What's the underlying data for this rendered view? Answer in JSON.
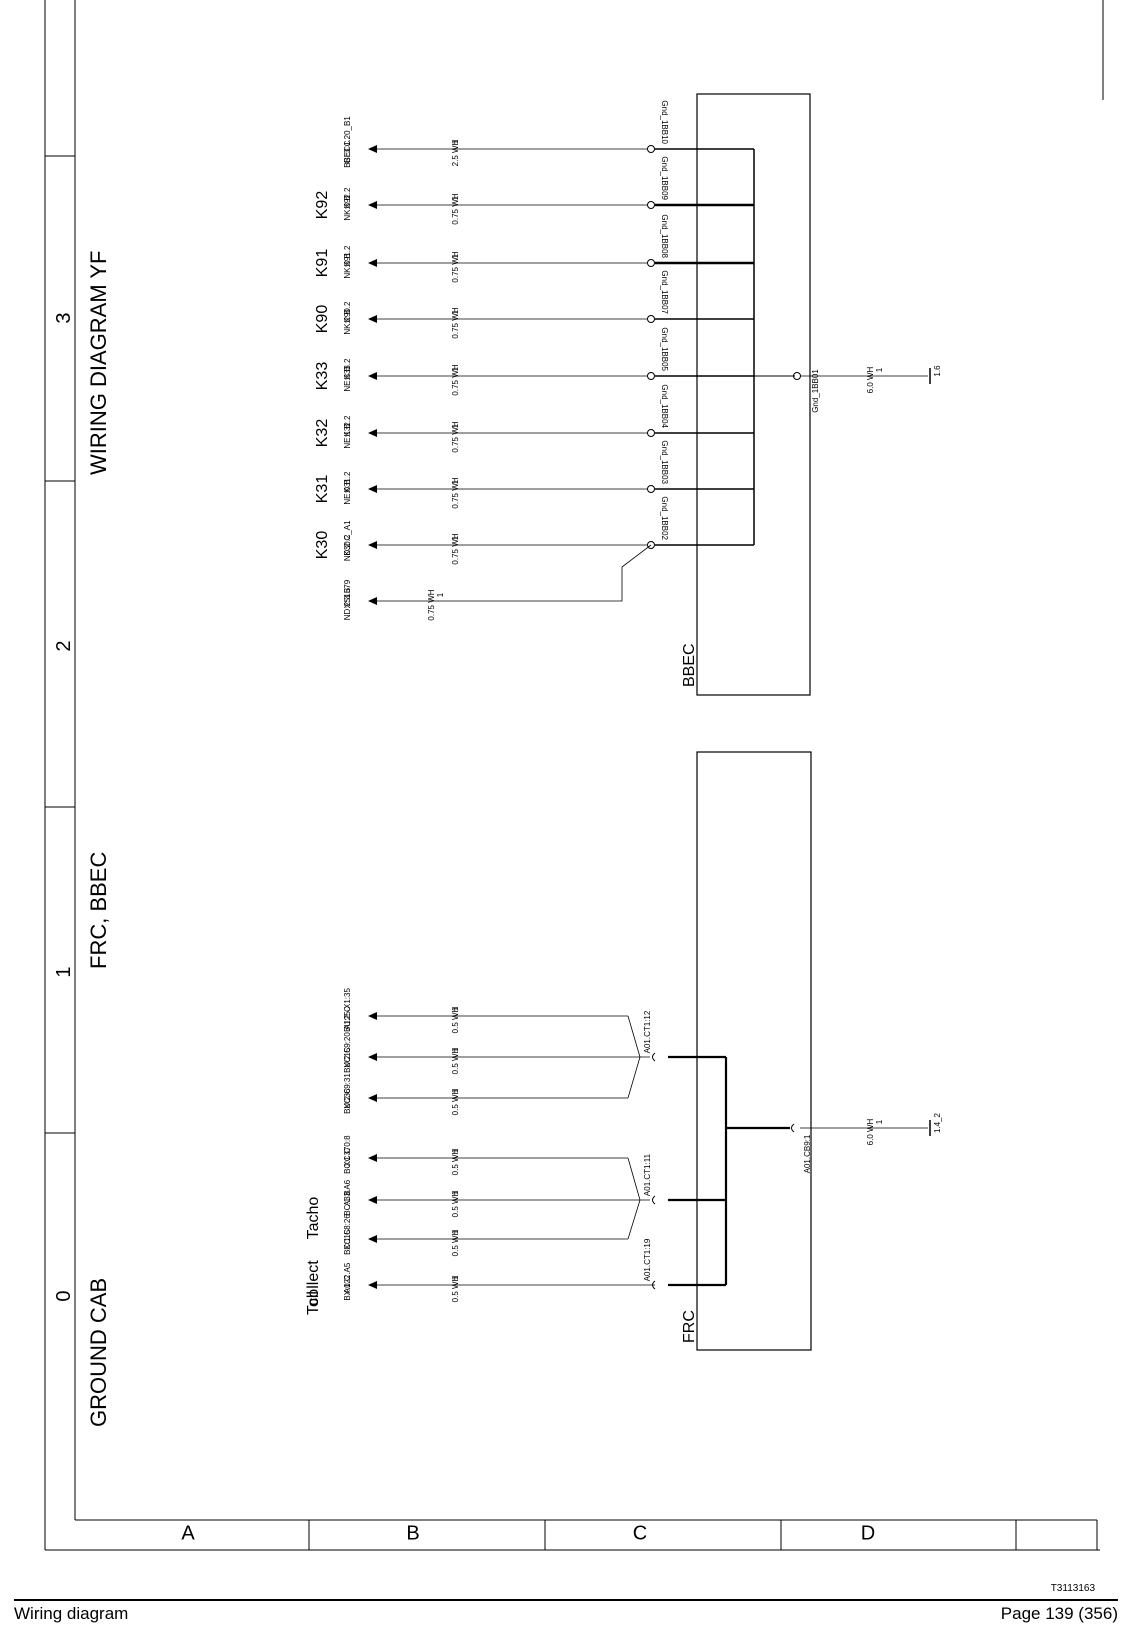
{
  "sheet": {
    "title_left": "GROUND CAB",
    "title_mid": "FRC, BBEC",
    "title_right": "WIRING DIAGRAM YF",
    "columns": [
      "0",
      "1",
      "2",
      "3"
    ],
    "rows": [
      "A",
      "B",
      "C",
      "D"
    ]
  },
  "modules": {
    "frc": "FRC",
    "bbec": "BBEC"
  },
  "frc": {
    "groups": [
      {
        "pin": "A01.CT1:19",
        "wires": [
          {
            "gauge": "0.5 WH",
            "num": "1",
            "conn": "BX:0 C",
            "ref": "A122.A5",
            "function": "Toll collect"
          }
        ]
      },
      {
        "pin": "A01.CT1:11",
        "wires": [
          {
            "gauge": "0.5 WH",
            "num": "1",
            "conn": "BC:1 C",
            "ref": "XC158:26",
            "function": ""
          },
          {
            "gauge": "0.5 WH",
            "num": "1",
            "conn": "BC:1 B",
            "ref": "A33.A6",
            "function": "Tacho"
          },
          {
            "gauge": "0.5 WH",
            "num": "1",
            "conn": "BC:1 C",
            "ref": "XC370:8",
            "function": ""
          }
        ]
      },
      {
        "pin": "A01.CT1:12",
        "wires": [
          {
            "gauge": "0.5 WH",
            "num": "1",
            "conn": "BU:2 C",
            "ref": "XC369:31",
            "function": ""
          },
          {
            "gauge": "0.5 WH",
            "num": "1",
            "conn": "BU:2 C",
            "ref": "XC159:20",
            "function": ""
          },
          {
            "gauge": "0.5 WH",
            "num": "1",
            "conn": "BU:2 C",
            "ref": "A125.X1:35",
            "function": ""
          }
        ]
      }
    ],
    "ground_pin": "A01.CB9:1",
    "ground_gauge": "6.0 WH",
    "ground_num": "1",
    "ground_ref": "1.4_2"
  },
  "bbec": {
    "branch": {
      "gauge": "0.75 WH",
      "num": "1",
      "conn": "ND:2:3 B",
      "ref": "XS1579"
    },
    "pins": [
      {
        "pin": "Gnd_1BB02",
        "gauge": "0.75 WH",
        "num": "1",
        "conn": "ND:2 C",
        "ref": "K30.2_A1",
        "label": "K30"
      },
      {
        "pin": "Gnd_1BB03",
        "gauge": "0.75 WH",
        "num": "1",
        "conn": "NE:0 B",
        "ref": "K31.2",
        "label": "K31"
      },
      {
        "pin": "Gnd_1BB04",
        "gauge": "0.75 WH",
        "num": "1",
        "conn": "NE:1 B",
        "ref": "K32.2",
        "label": "K32"
      },
      {
        "pin": "Gnd_1BB05",
        "gauge": "0.75 WH",
        "num": "1",
        "conn": "NE:3 B",
        "ref": "K33.2",
        "label": "K33"
      },
      {
        "pin": "Gnd_1BB07",
        "gauge": "0.75 WH",
        "num": "1",
        "conn": "NK:2 B",
        "ref": "K90.2",
        "label": "K90"
      },
      {
        "pin": "Gnd_1BB08",
        "gauge": "0.75 WH",
        "num": "1",
        "conn": "NK:3 B",
        "ref": "K91.2",
        "label": "K91"
      },
      {
        "pin": "Gnd_1BB09",
        "gauge": "0.75 WH",
        "num": "1",
        "conn": "NK:3 B",
        "ref": "K92.2",
        "label": "K92"
      },
      {
        "pin": "Gnd_1BB10",
        "gauge": "2.5 WH",
        "num": "1",
        "conn": "GI:3 C",
        "ref": "BBEC1.20_B1",
        "label": ""
      }
    ],
    "ground_pin": "Gnd_1BB01",
    "ground_gauge": "6.0 WH",
    "ground_num": "1",
    "ground_ref": "1.6"
  },
  "footer": {
    "doc_code": "T3113163",
    "left": "Wiring diagram",
    "right": "Page 139 (356)"
  }
}
